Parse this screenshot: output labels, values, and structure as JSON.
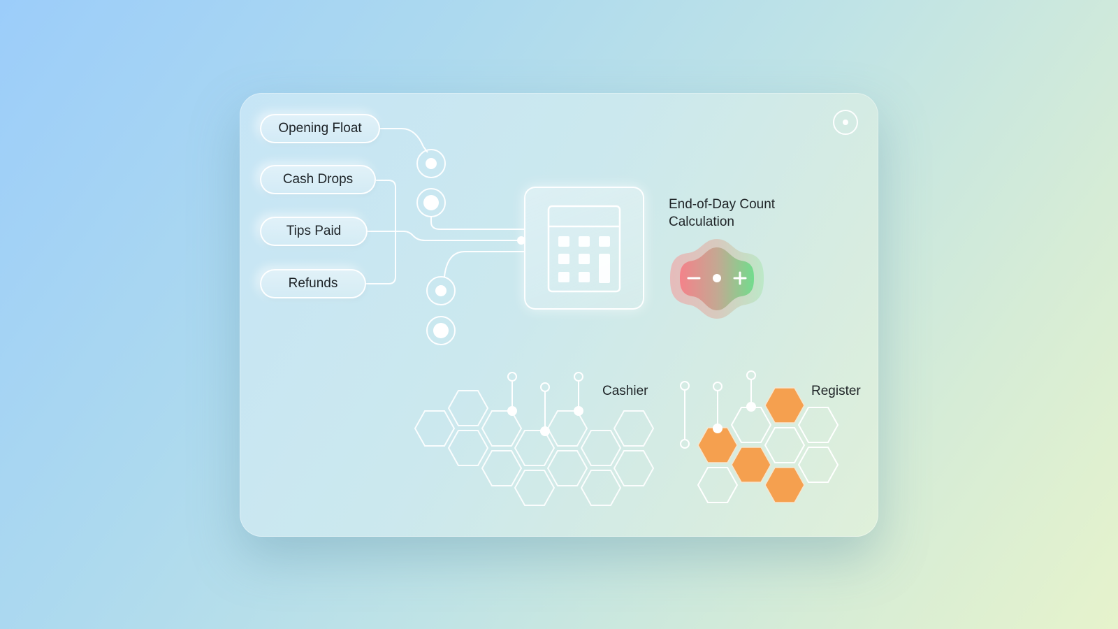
{
  "inputs": [
    {
      "id": "opening-float",
      "label": "Opening Float"
    },
    {
      "id": "cash-drops",
      "label": "Cash Drops"
    },
    {
      "id": "tips-paid",
      "label": "Tips Paid"
    },
    {
      "id": "refunds",
      "label": "Refunds"
    }
  ],
  "calculator": {
    "icon": "calculator-icon",
    "title_line1": "End-of-Day Count",
    "title_line2": "Calculation"
  },
  "stepper": {
    "minus_icon": "minus-icon",
    "plus_icon": "plus-icon",
    "minus_color": "#f07f86",
    "plus_color": "#6fdc8c"
  },
  "sections": {
    "cashier_label": "Cashier",
    "register_label": "Register"
  },
  "settings": {
    "icon": "radio-dot-icon"
  },
  "colors": {
    "accent_orange": "#f5a04f",
    "line_white": "#ffffff",
    "text": "#1e2326"
  }
}
